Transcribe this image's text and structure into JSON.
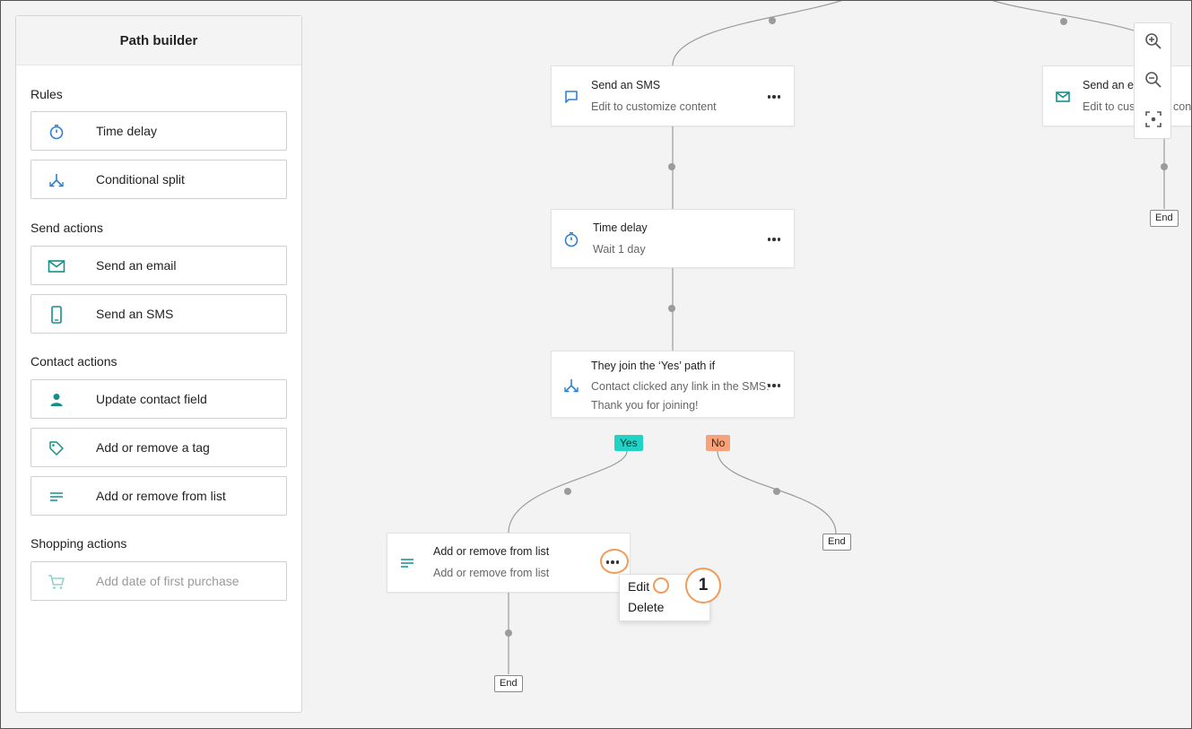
{
  "sidebar": {
    "title": "Path builder",
    "sections": [
      {
        "title": "Rules"
      },
      {
        "title": "Send actions"
      },
      {
        "title": "Contact actions"
      },
      {
        "title": "Shopping actions"
      }
    ],
    "tools": [
      {
        "label": "Time delay",
        "icon": "timer-icon"
      },
      {
        "label": "Conditional split",
        "icon": "split-icon"
      },
      {
        "label": "Send an email",
        "icon": "email-icon"
      },
      {
        "label": "Send an SMS",
        "icon": "phone-icon"
      },
      {
        "label": "Update contact field",
        "icon": "person-icon"
      },
      {
        "label": "Add or remove a tag",
        "icon": "tag-icon"
      },
      {
        "label": "Add or remove from list",
        "icon": "list-icon"
      },
      {
        "label": "Add date of first purchase",
        "icon": "cart-icon",
        "disabled": true
      }
    ]
  },
  "canvas": {
    "nodes": {
      "sms": {
        "title": "Send an SMS",
        "subtitle": "Edit to customize content"
      },
      "email": {
        "title": "Send an e",
        "subtitle": "Edit to cus"
      },
      "delay": {
        "title": "Time delay",
        "subtitle": "Wait 1 day"
      },
      "split": {
        "title": "They join the ‘Yes’ path if",
        "subtitle_line1": "Contact clicked any link in the SMS:",
        "subtitle_line2": "Thank you for joining!"
      },
      "list": {
        "title": "Add or remove from list",
        "subtitle": "Add or remove from list"
      }
    },
    "branch_yes": "Yes",
    "branch_no": "No",
    "end_label": "End",
    "email_partial_right": "con"
  },
  "context_menu": {
    "items": [
      "Edit",
      "Delete"
    ]
  },
  "callout": {
    "number": "1"
  },
  "colors": {
    "accent": "#0a8f8a",
    "teal_icon": "#148f8a",
    "blue_icon": "#2f80d1",
    "yes_tag": "#22d3c5",
    "no_tag": "#f7a27a",
    "callout": "#f29a57"
  }
}
